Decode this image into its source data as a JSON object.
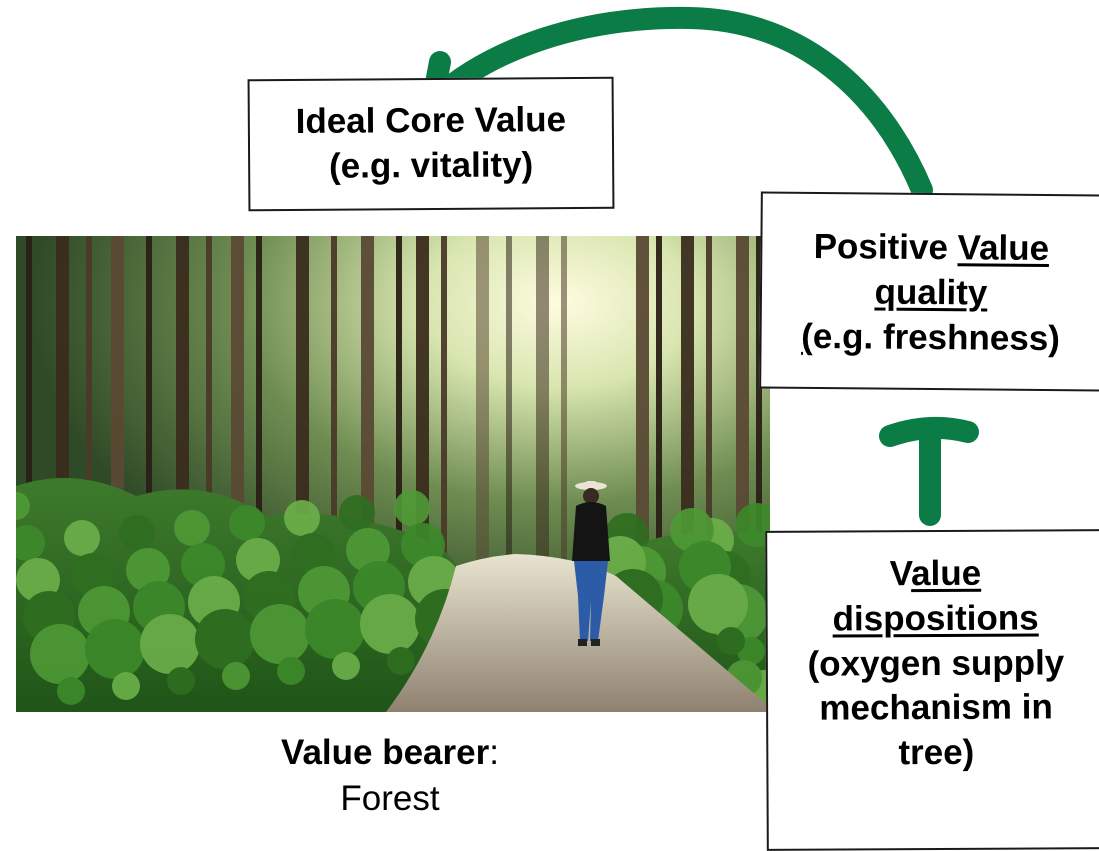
{
  "ideal": {
    "line1": "Ideal Core Value",
    "line2": "(e.g. vitality)"
  },
  "quality": {
    "word1": "Positive ",
    "word2": "Value ",
    "line2": "quality",
    "paren": "(",
    "line3_rest": "e.g. freshness)"
  },
  "dispositions": {
    "l1a": "V",
    "l1b": "alue ",
    "line2": "dispositions",
    "line3": "(oxygen supply",
    "line4": "mechanism in",
    "line5": "tree)"
  },
  "bearer": {
    "label": "Value bearer",
    "colon": ":",
    "object": "Forest"
  },
  "colors": {
    "arrow": "#0b7c45",
    "border": "#1a1a1a",
    "text": "#000000"
  },
  "icons": [
    "curved-arrow",
    "straight-arrow"
  ]
}
